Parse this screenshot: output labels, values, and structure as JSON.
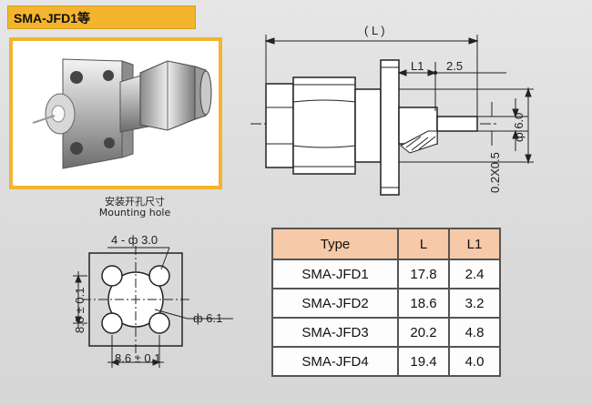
{
  "header": {
    "title": "SMA-JFD1等"
  },
  "drawing": {
    "length_label": "( L )",
    "l1_label": "L1",
    "offset_2_5": "2.5",
    "height_6_0": "6.0",
    "dia_symbol": "ф",
    "pin_dim": "0.2X0.5"
  },
  "mounting": {
    "title_cn": "安装开孔尺寸",
    "title_en": "Mounting hole",
    "holes_label": "4 - ф 3.0",
    "center_dia": "ф 6.1",
    "width_dim": "8.6 ± 0.1",
    "height_dim": "8.6 ± 0.1"
  },
  "table": {
    "headers": [
      "Type",
      "L",
      "L1"
    ],
    "rows": [
      [
        "SMA-JFD1",
        "17.8",
        "2.4"
      ],
      [
        "SMA-JFD2",
        "18.6",
        "3.2"
      ],
      [
        "SMA-JFD3",
        "20.2",
        "4.8"
      ],
      [
        "SMA-JFD4",
        "19.4",
        "4.0"
      ]
    ]
  }
}
